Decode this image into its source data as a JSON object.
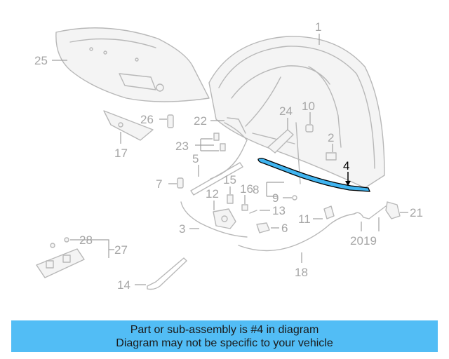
{
  "diagram": {
    "highlight_color": "#3fb4f0",
    "banner_color": "#52bdf5",
    "callouts": {
      "c1": "1",
      "c2": "2",
      "c3": "3",
      "c4": "4",
      "c5": "5",
      "c6": "6",
      "c7": "7",
      "c8": "8",
      "c9": "9",
      "c10": "10",
      "c11": "11",
      "c12": "12",
      "c13": "13",
      "c14": "14",
      "c15": "15",
      "c16": "16",
      "c17": "17",
      "c18": "18",
      "c19": "19",
      "c20": "20",
      "c21": "21",
      "c22": "22",
      "c23": "23",
      "c24": "24",
      "c25": "25",
      "c26": "26",
      "c27": "27",
      "c28": "28"
    },
    "highlighted_part": "4"
  },
  "banner": {
    "line1": "Part or sub-assembly is #4 in diagram",
    "line2": "Diagram may not be specific to your vehicle"
  }
}
